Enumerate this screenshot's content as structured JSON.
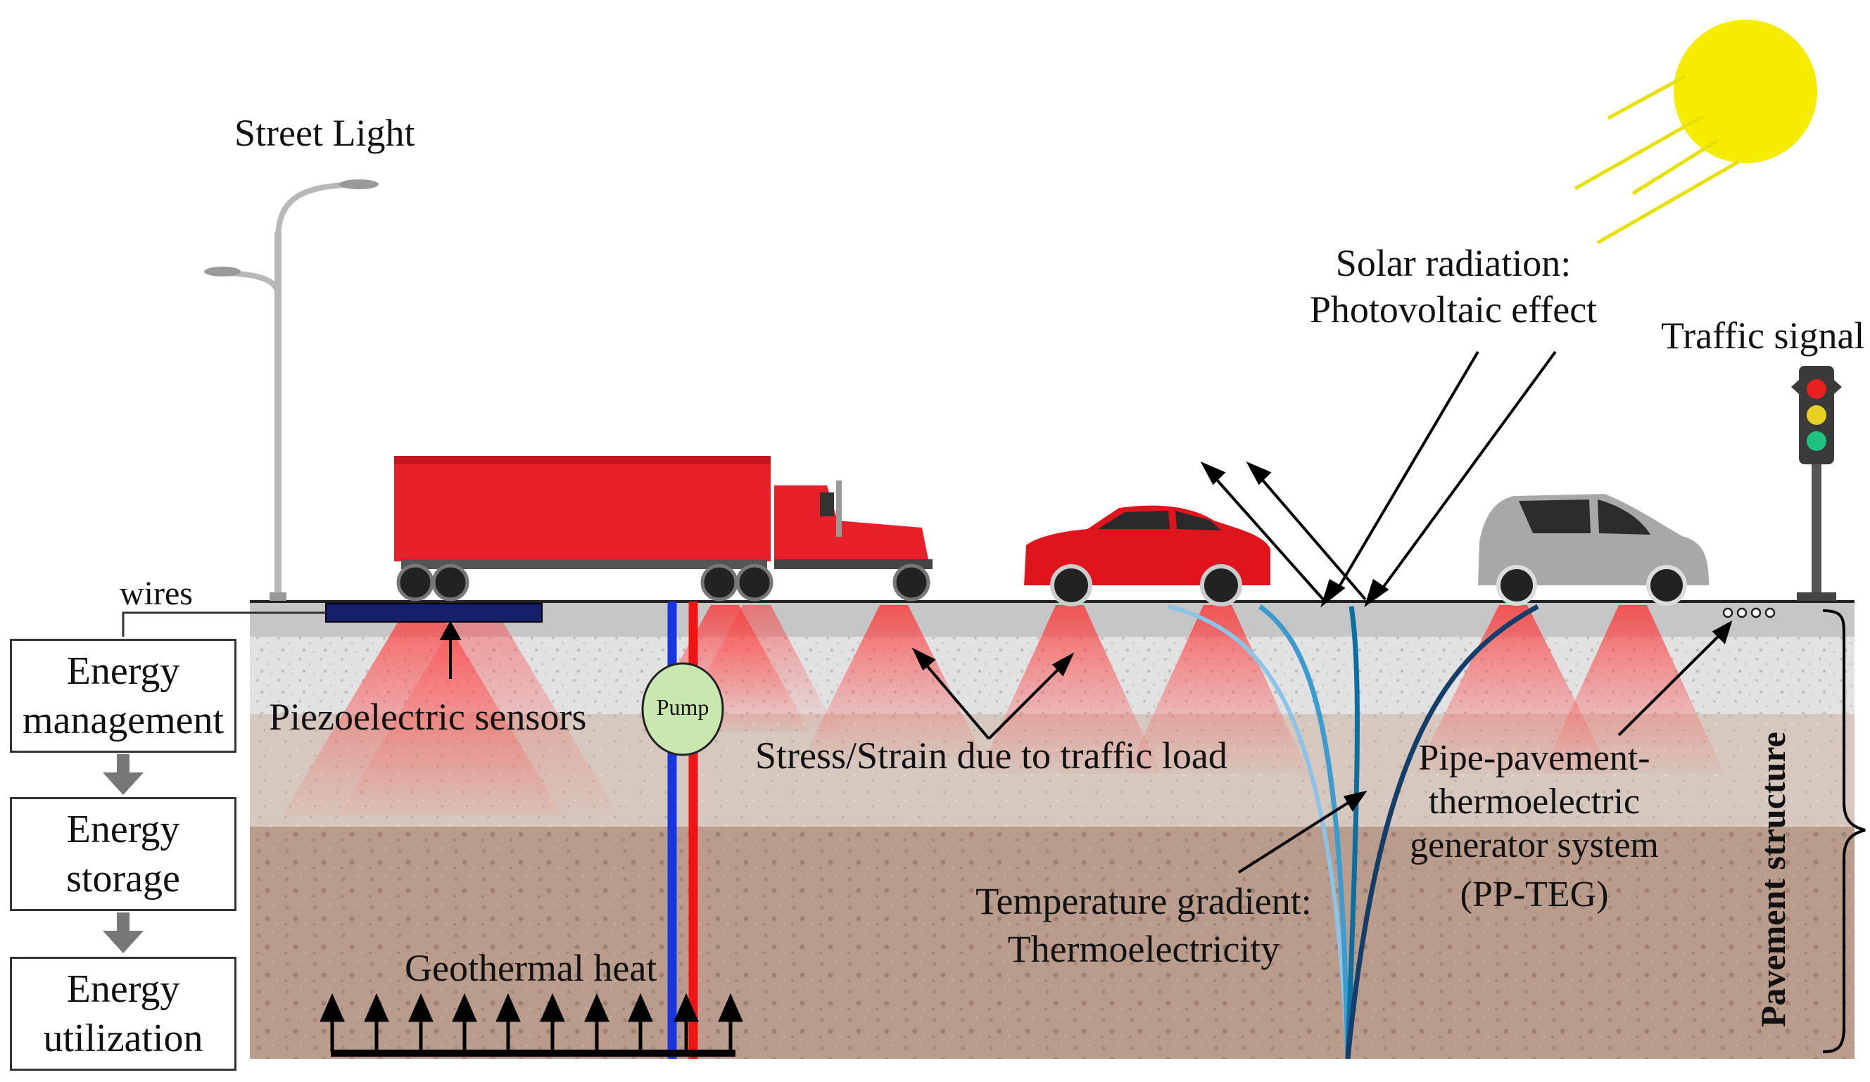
{
  "labels": {
    "street_light": "Street Light",
    "solar_radiation": "Solar radiation:",
    "photovoltaic": "Photovoltaic effect",
    "traffic_signal": "Traffic signal",
    "wires": "wires",
    "piezoelectric": "Piezoelectric sensors",
    "pump": "Pump",
    "stress_strain": "Stress/Strain due to traffic load",
    "pp_teg_line1": "Pipe-pavement-",
    "pp_teg_line2": "thermoelectric",
    "pp_teg_line3": "generator system",
    "pp_teg_line4": "(PP-TEG)",
    "temp_gradient": "Temperature gradient:",
    "thermoelectricity": "Thermoelectricity",
    "geothermal": "Geothermal heat",
    "pavement_structure": "Pavement structure"
  },
  "flow": [
    {
      "line1": "Energy",
      "line2": "management"
    },
    {
      "line1": "Energy",
      "line2": "storage"
    },
    {
      "line1": "Energy",
      "line2": "utilization"
    }
  ],
  "colors": {
    "sun": "#f5ec00",
    "sun_rays": "#e8e000",
    "cold_pipe": "#1836e0",
    "hot_pipe": "#f01414",
    "pump_fill": "#c8e8b0",
    "sensor": "#16206a",
    "stress": "#ff4a4a",
    "truck": "#e8202a",
    "car_red": "#e0141c",
    "car_silver": "#a8a8a8"
  }
}
